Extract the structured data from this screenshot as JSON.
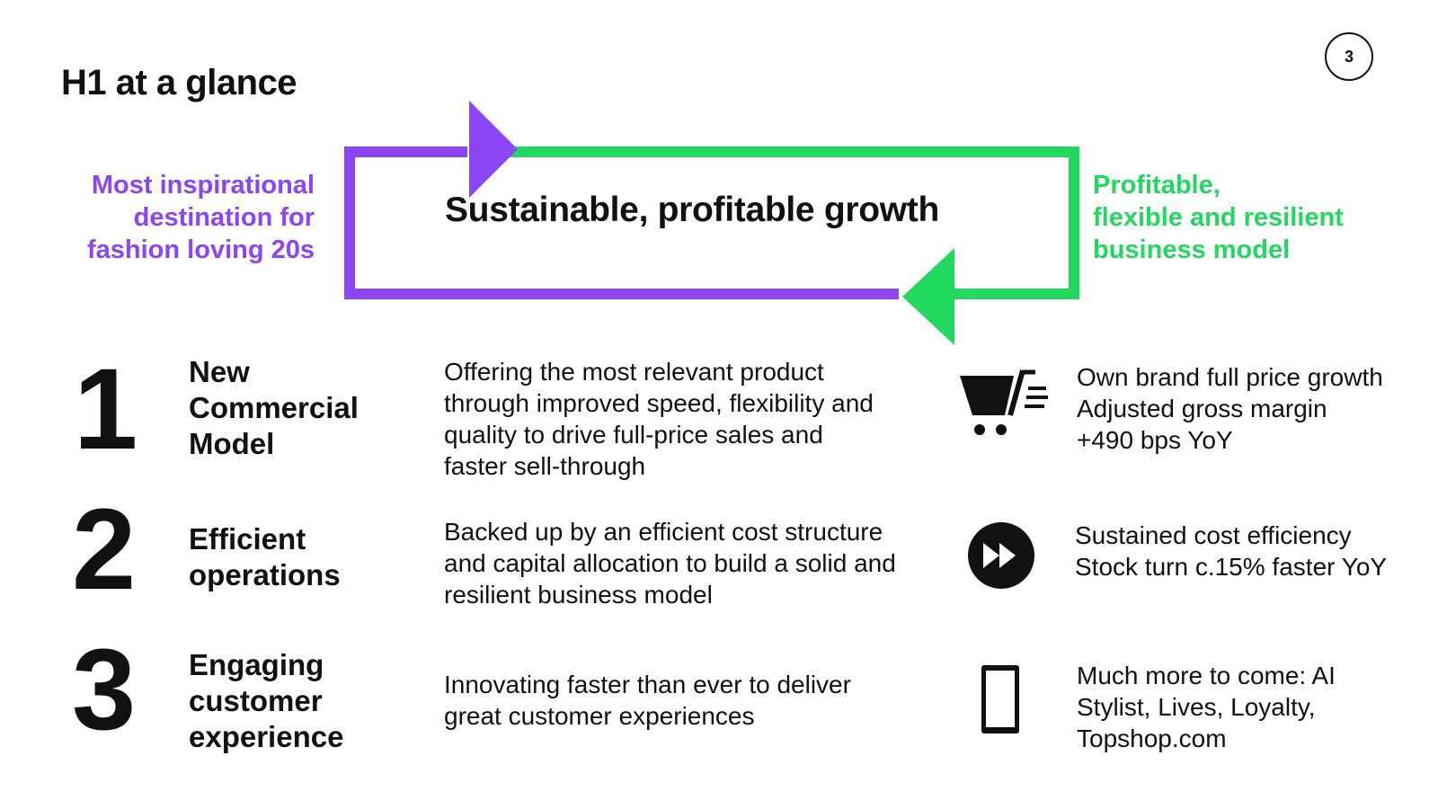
{
  "slide": {
    "title": "H1 at a glance",
    "page_number": "3"
  },
  "cycle": {
    "left_tag": [
      "Most inspirational",
      "destination for",
      "fashion loving 20s"
    ],
    "center": "Sustainable, profitable growth",
    "right_tag": [
      "Profitable,",
      "flexible and resilient",
      "business model"
    ],
    "colors": {
      "purple": "#8b45f6",
      "green": "#22d95f"
    }
  },
  "pillars": [
    {
      "number": "1",
      "name": [
        "New",
        "Commercial",
        "Model"
      ],
      "description": [
        "Offering the most relevant product",
        "through improved speed, flexibility and",
        "quality to drive full-price sales and",
        "faster sell-through"
      ],
      "icon": "shopping-cart-icon",
      "outcome": [
        "Own brand full price growth",
        "Adjusted gross margin",
        "+490 bps YoY"
      ]
    },
    {
      "number": "2",
      "name": [
        "Efficient",
        "operations"
      ],
      "description": [
        "Backed up by an efficient cost structure",
        "and capital allocation to build a solid and",
        "resilient business model"
      ],
      "icon": "fast-forward-icon",
      "outcome": [
        "Sustained cost efficiency",
        "Stock turn c.15% faster YoY"
      ]
    },
    {
      "number": "3",
      "name": [
        "Engaging",
        "customer",
        "experience"
      ],
      "description": [
        "Innovating faster than ever to deliver",
        "great customer experiences"
      ],
      "icon": "mobile-phone-icon",
      "outcome": [
        "Much more to come: AI",
        "Stylist, Lives, Loyalty,",
        "Topshop.com"
      ]
    }
  ]
}
